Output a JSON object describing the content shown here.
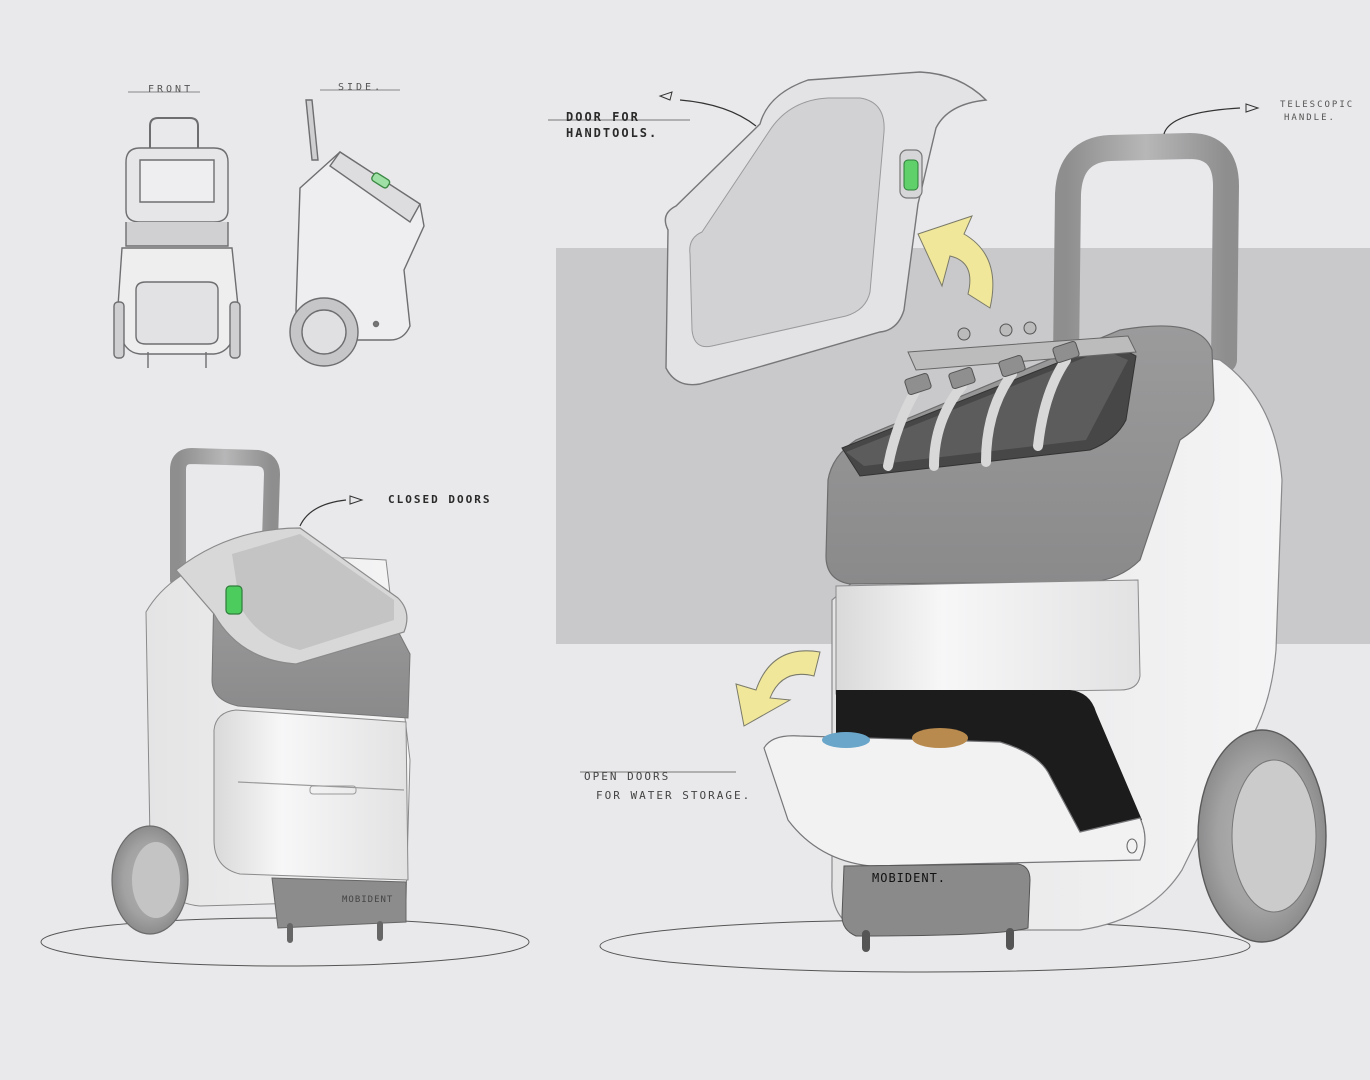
{
  "labels": {
    "front": "FRONT",
    "side": "SIDE.",
    "door_for_handtools_1": "DOOR FOR",
    "door_for_handtools_2": "HANDTOOLS.",
    "telescopic_handle_1": "TELESCOPIC",
    "telescopic_handle_2": "HANDLE.",
    "closed_doors": "CLOSED DOORS",
    "open_doors_1": "OPEN DOORS",
    "open_doors_2": "FOR WATER STORAGE.",
    "brand_open": "MOBIDENT.",
    "brand_closed": "MOBIDENT"
  },
  "colors": {
    "background": "#e9e9eb",
    "panel": "#c9c9cb",
    "body_white": "#f4f4f5",
    "body_grey": "#a9a9aa",
    "dark_grey": "#6f6f70",
    "indicator_green": "#5fd06a",
    "arrow_yellow": "#f1e79a"
  }
}
